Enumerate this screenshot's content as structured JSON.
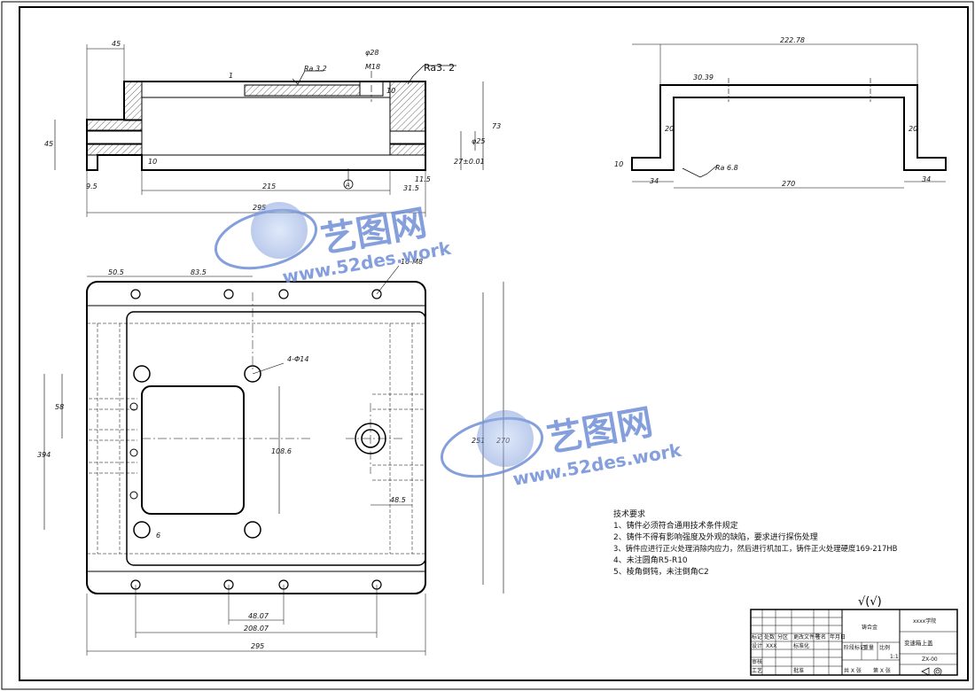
{
  "views": {
    "front": {
      "dims": {
        "w45": "45",
        "phi28": "φ28",
        "m18": "M18",
        "ra32": "Ra 3.2",
        "ra32big": "Ra3. 2",
        "h73": "73",
        "h45": "45",
        "h10": "10",
        "w215": "215",
        "w315": "31.5",
        "w95": "9.5",
        "w295": "295",
        "d27": "27±0.01",
        "d25": "φ25",
        "w115": "11.5",
        "num1": "1",
        "datumA": "A",
        "d10": "10"
      }
    },
    "side": {
      "dims": {
        "w22278": "222.78",
        "w3039": "30.39",
        "h10": "10",
        "w34": "34",
        "w270": "270",
        "w34b": "34",
        "ra68": "Ra 6.8",
        "h20": "20",
        "h20b": "20"
      }
    },
    "top": {
      "dims": {
        "w505": "50.5",
        "w835": "83.5",
        "holes": "10-M8",
        "holes4": "4-Φ14",
        "h58": "58",
        "h394": "394",
        "h1086": "108.6",
        "h251": "251",
        "h270": "270",
        "w485": "48.5",
        "w6": "6",
        "w4807": "48.07",
        "w20807": "208.07",
        "w295": "295"
      }
    }
  },
  "technical_requirements": {
    "title": "技术要求",
    "items": [
      "1、铸件必须符合通用技术条件规定",
      "2、铸件不得有影响强度及外观的缺陷，要求进行探伤处理",
      "3、铸件应进行正火处理消除内应力，然后进行机加工，铸件正火处理硬度169-217HB",
      "4、未注圆角R5-R10",
      "5、棱角倒钝，未注倒角C2"
    ]
  },
  "roughness_symbol": "√(√)",
  "title_block": {
    "org": "xxxx学院",
    "part_name": "变速箱上盖",
    "drawing_no": "ZX-00",
    "material": "铸合金",
    "scale": "1:1",
    "designer": "XXX",
    "labels": {
      "mark": "标记",
      "count": "处数",
      "zone": "分区",
      "doc": "更改文件号",
      "sign": "签名",
      "date": "年月日",
      "design": "设计",
      "std": "标准化",
      "stage": "阶段标记",
      "weight": "重量",
      "ratio": "比例",
      "review": "审核",
      "process": "工艺",
      "approve": "批准",
      "sheet_total": "共 X 张",
      "sheet_no": "第 X 张"
    }
  },
  "watermark": {
    "brand": "艺图网",
    "url": "www.52des.work"
  },
  "colors": {
    "line": "#000000",
    "hatch": "#000000",
    "watermark": "#6f8fd6"
  }
}
